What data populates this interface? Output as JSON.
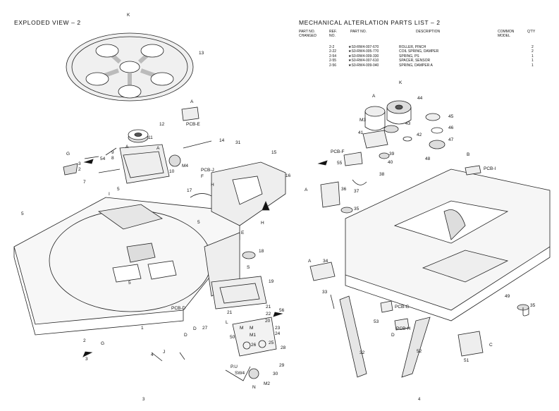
{
  "left": {
    "title": "EXPLODED VIEW – 2",
    "page_number": "3",
    "part_labels": [
      "K",
      "13",
      "12",
      "11",
      "A",
      "PCB-E",
      "9",
      "8",
      "A",
      "A",
      "10",
      "M4",
      "G",
      "54",
      "3",
      "2",
      "7",
      "I",
      "5",
      "14",
      "31",
      "15",
      "16",
      "PCB-J",
      "F",
      "17",
      "H",
      "5",
      "5",
      "E",
      "H",
      "18",
      "S",
      "19",
      "5",
      "PCB-D",
      "D",
      "L",
      "M",
      "M",
      "21",
      "21",
      "22",
      "20",
      "56",
      "23",
      "24",
      "27",
      "50",
      "1",
      "25",
      "26",
      "28",
      "29",
      "30",
      "P.U",
      "SW4",
      "M2",
      "N",
      "2",
      "G",
      "3",
      "4",
      "J",
      "D",
      "M1"
    ]
  },
  "right": {
    "title": "MECHANICAL ALTERLATION PARTS LIST – 2",
    "page_number": "4",
    "headers": {
      "part_no_changed": "PART NO. CHANGED",
      "ref_no": "REF. NO.",
      "part_no": "PART NO.",
      "description": "DESCRIPTION",
      "common_model": "COMMON MODEL",
      "qty": "Q'TY"
    },
    "rows": [
      {
        "ref": "2-2",
        "part": "★S0-RW4-007-670",
        "desc": "ROLLER, PINCH",
        "qty": "2"
      },
      {
        "ref": "2-22",
        "part": "★S0-RW4-005-770",
        "desc": "COIL SPRING, DAMPER",
        "qty": "2"
      },
      {
        "ref": "2-54",
        "part": "★S0-RW4-009-330",
        "desc": "SPRING, PS",
        "qty": "1"
      },
      {
        "ref": "2-55",
        "part": "★S0-RW4-007-610",
        "desc": "SPACER, SENSOR",
        "qty": "1"
      },
      {
        "ref": "2-56",
        "part": "★S0-RW4-009-040",
        "desc": "SPRING, DAMPER A",
        "qty": "1"
      }
    ],
    "part_labels": [
      "K",
      "44",
      "A",
      "M3",
      "43",
      "45",
      "46",
      "41",
      "42",
      "47",
      "39",
      "40",
      "PCB-F",
      "55",
      "38",
      "37",
      "48",
      "B",
      "PCB-I",
      "A",
      "36",
      "35",
      "A",
      "34",
      "33",
      "53",
      "PCB-G",
      "D",
      "PCB-H",
      "49",
      "35",
      "52",
      "32",
      "51",
      "C"
    ]
  }
}
